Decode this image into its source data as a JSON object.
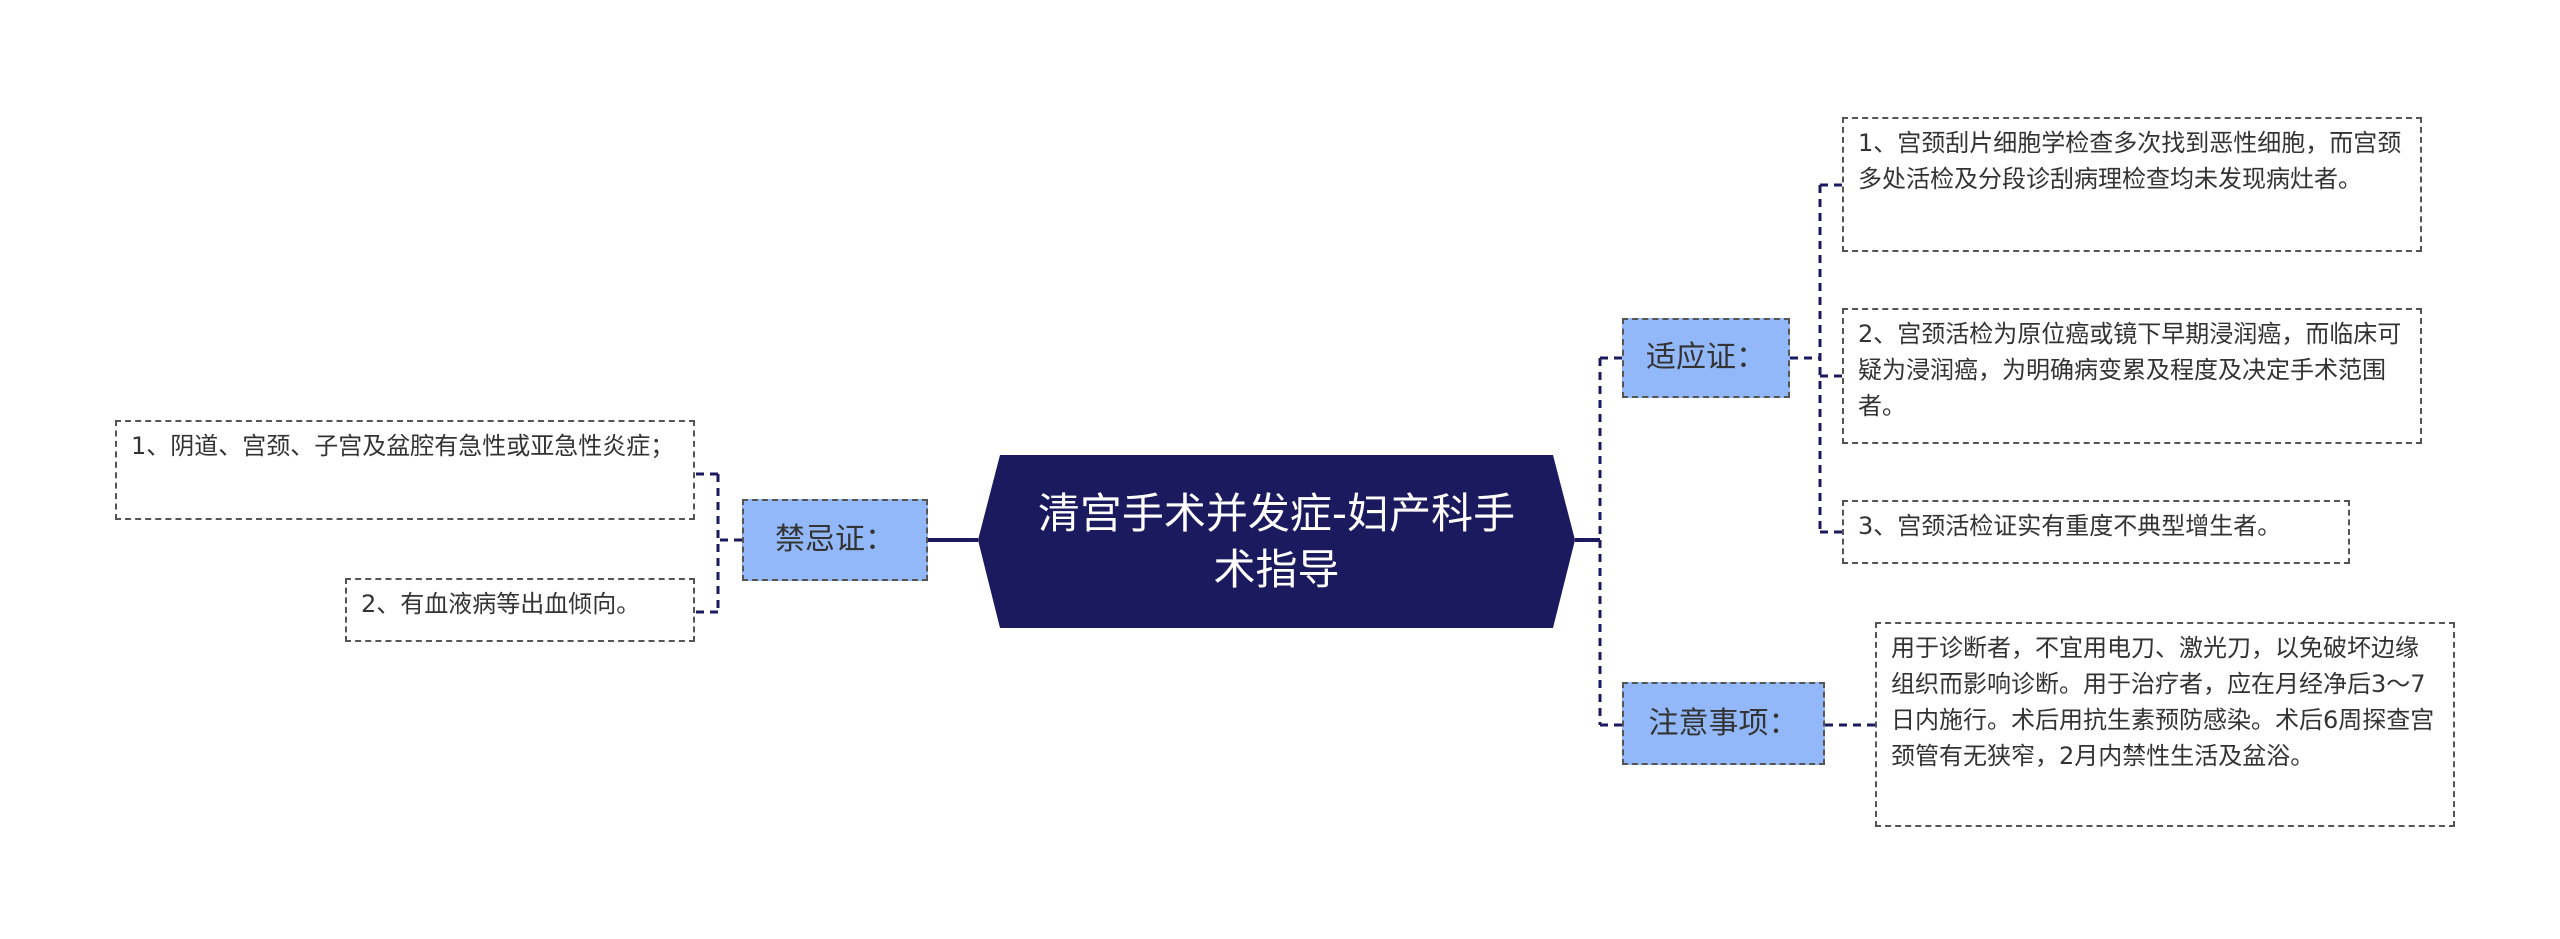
{
  "colors": {
    "root_fill": "#1c1a5e",
    "branch_fill": "#93b8f9",
    "leaf_border": "#555555",
    "connector": "#1c1a5e"
  },
  "root": {
    "label": "清宫手术并发症-妇产科手术指导"
  },
  "branches": {
    "indications": {
      "label": "适应证：",
      "items": [
        "1、宫颈刮片细胞学检查多次找到恶性细胞，而宫颈多处活检及分段诊刮病理检查均未发现病灶者。",
        "2、宫颈活检为原位癌或镜下早期浸润癌，而临床可疑为浸润癌，为明确病变累及程度及决定手术范围者。",
        "3、宫颈活检证实有重度不典型增生者。"
      ]
    },
    "notes": {
      "label": "注意事项：",
      "items": [
        "用于诊断者，不宜用电刀、激光刀，以免破坏边缘组织而影响诊断。用于治疗者，应在月经净后3～7日内施行。术后用抗生素预防感染。术后6周探查宫颈管有无狭窄，2月内禁性生活及盆浴。"
      ]
    },
    "contraindications": {
      "label": "禁忌证：",
      "items": [
        "1、阴道、宫颈、子宫及盆腔有急性或亚急性炎症；",
        "2、有血液病等出血倾向。"
      ]
    }
  }
}
